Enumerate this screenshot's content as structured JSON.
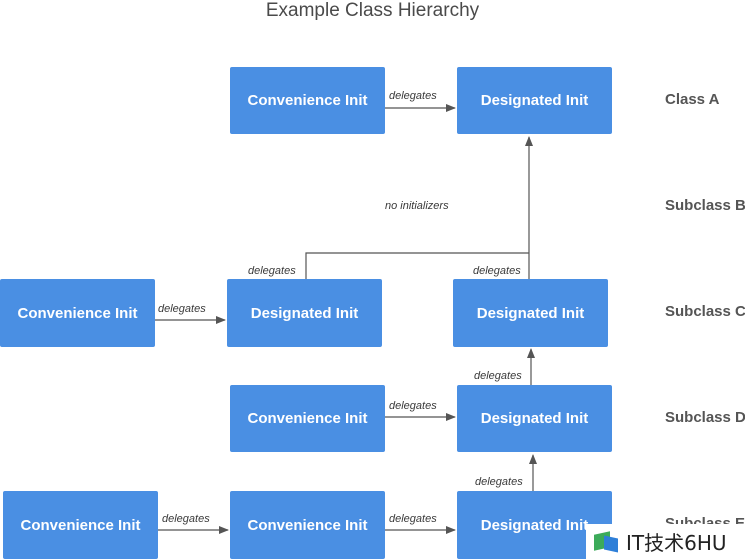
{
  "title": "Example Class Hierarchy",
  "class_labels": {
    "class_a": "Class A",
    "subclass_b": "Subclass B",
    "subclass_c": "Subclass C",
    "subclass_d": "Subclass D",
    "subclass_e": "Subclass E"
  },
  "boxes": {
    "a_convenience": "Convenience Init",
    "a_designated": "Designated Init",
    "c_convenience": "Convenience Init",
    "c_designated_left": "Designated Init",
    "c_designated_right": "Designated Init",
    "d_convenience": "Convenience Init",
    "d_designated": "Designated Init",
    "e_convenience_left": "Convenience Init",
    "e_convenience_mid": "Convenience Init",
    "e_designated": "Designated Init"
  },
  "edge_labels": {
    "a_delegates": "delegates",
    "no_initializers": "no initializers",
    "c_left_up": "delegates",
    "c_right_up": "delegates",
    "c_across": "delegates",
    "d_up": "delegates",
    "d_across": "delegates",
    "e_up": "delegates",
    "e_across_left": "delegates",
    "e_across_right": "delegates"
  },
  "colors": {
    "box_fill": "#4a8fe3",
    "box_text": "#ffffff",
    "line": "#555555"
  },
  "watermark": {
    "text": "IT技术6HU"
  }
}
